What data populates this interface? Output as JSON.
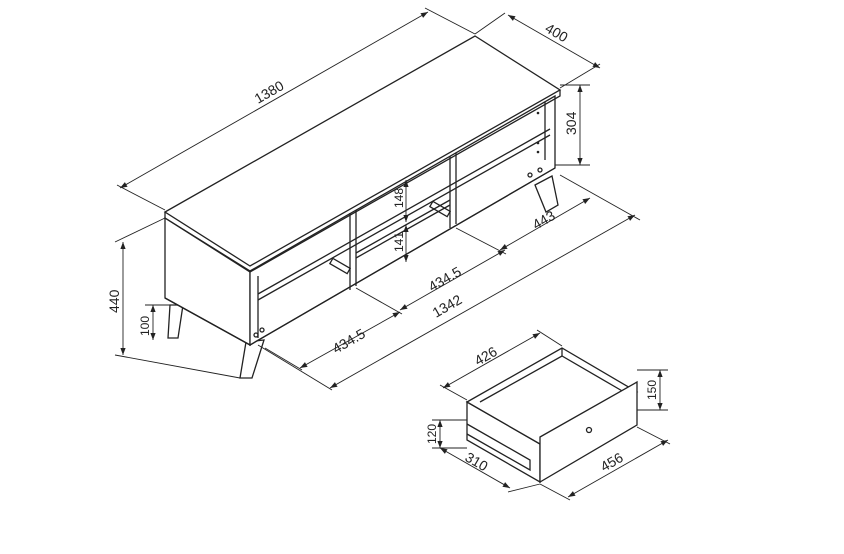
{
  "cabinet": {
    "length": "1380",
    "depth": "400",
    "leg_top_height": "304",
    "shelf_upper": "148",
    "shelf_lower": "141",
    "inner_depth": "443",
    "compartment_middle": "434.5",
    "inner_length": "1342",
    "compartment_left": "434.5",
    "height": "440",
    "leg_height": "100"
  },
  "drawer": {
    "width": "426",
    "height": "150",
    "side_height": "120",
    "depth": "310",
    "front_width": "456"
  },
  "colors": {
    "line": "#222222",
    "background": "#ffffff"
  }
}
